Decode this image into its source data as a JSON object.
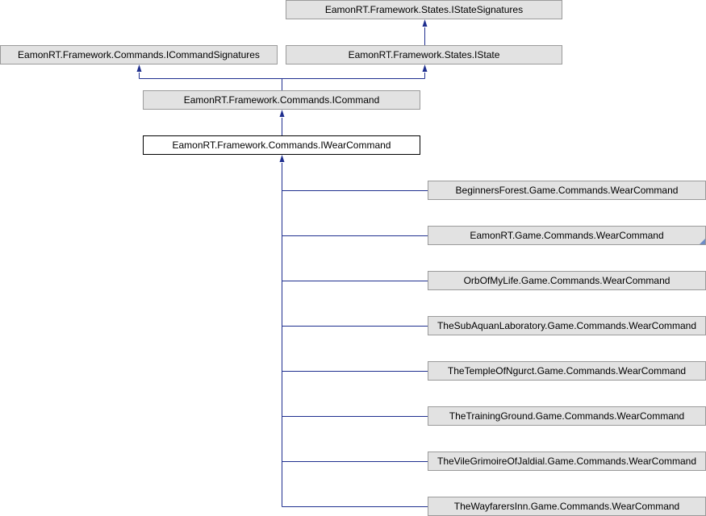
{
  "diagram": {
    "edge_color": "#1f2f8f",
    "nodes": {
      "istatesignatures": "EamonRT.Framework.States.IStateSignatures",
      "icommandsignatures": "EamonRT.Framework.Commands.ICommandSignatures",
      "istate": "EamonRT.Framework.States.IState",
      "icommand": "EamonRT.Framework.Commands.ICommand",
      "iwearcommand": "EamonRT.Framework.Commands.IWearCommand",
      "beginnersforest": "BeginnersForest.Game.Commands.WearCommand",
      "eamonrt": "EamonRT.Game.Commands.WearCommand",
      "orbofmylife": "OrbOfMyLife.Game.Commands.WearCommand",
      "thesubaquanlaboratory": "TheSubAquanLaboratory.Game.Commands.WearCommand",
      "thetempleofngurct": "TheTempleOfNgurct.Game.Commands.WearCommand",
      "thetrainingground": "TheTrainingGround.Game.Commands.WearCommand",
      "thevilegrimoireofjaldial": "TheVileGrimoireOfJaldial.Game.Commands.WearCommand",
      "thewayfarersinn": "TheWayfarersInn.Game.Commands.WearCommand"
    }
  }
}
